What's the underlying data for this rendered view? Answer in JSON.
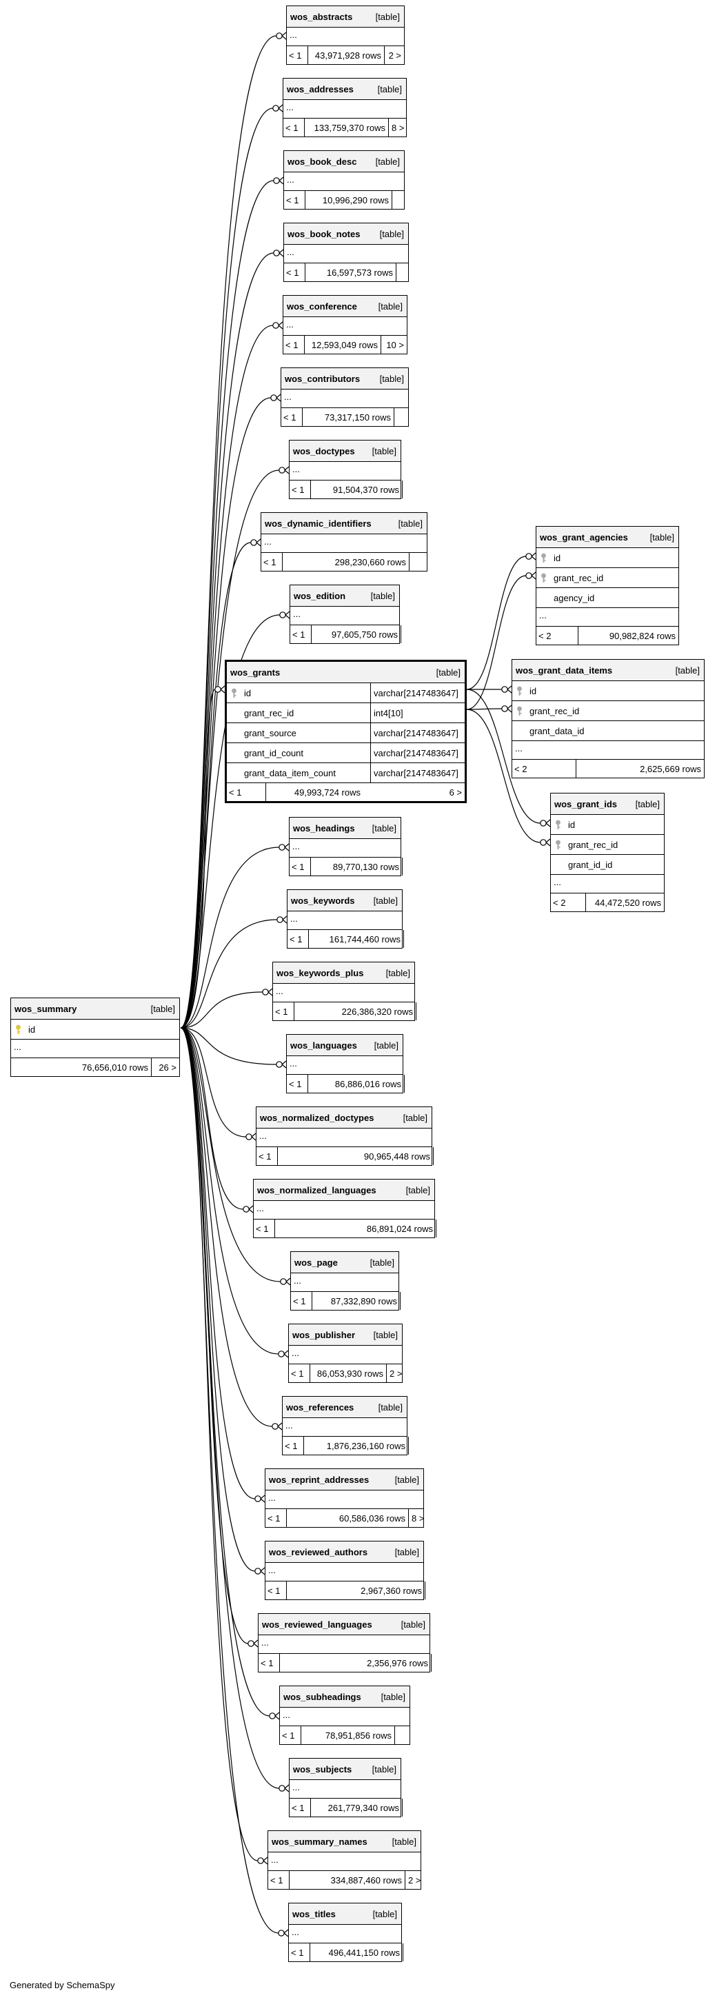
{
  "footer": "Generated by SchemaSpy",
  "colors": {
    "header_bg": "#f2f2f2",
    "border": "#000000",
    "pk_key": "#e8c52c",
    "fk_key": "#a8a8a8"
  },
  "root": {
    "name": "wos_summary",
    "type": "[table]",
    "columns": [
      {
        "name": "id",
        "key": "pk-key-icon"
      }
    ],
    "ellipsis": "...",
    "rows_lt": "",
    "rows": "76,656,010 rows",
    "children": "26 >"
  },
  "focus": {
    "name": "wos_grants",
    "type": "[table]",
    "columns": [
      {
        "name": "id",
        "type": "varchar[2147483647]",
        "key": "fk-key-icon"
      },
      {
        "name": "grant_rec_id",
        "type": "int4[10]"
      },
      {
        "name": "grant_source",
        "type": "varchar[2147483647]"
      },
      {
        "name": "grant_id_count",
        "type": "varchar[2147483647]"
      },
      {
        "name": "grant_data_item_count",
        "type": "varchar[2147483647]"
      }
    ],
    "rows_lt": "< 1",
    "rows": "49,993,724 rows",
    "children": "6 >"
  },
  "grant_children": [
    {
      "name": "wos_grant_agencies",
      "type": "[table]",
      "columns": [
        {
          "name": "id",
          "key": "fk-key-icon"
        },
        {
          "name": "grant_rec_id",
          "key": "fk-key-icon"
        },
        {
          "name": "agency_id"
        }
      ],
      "ellipsis": "...",
      "rows_lt": "< 2",
      "rows": "90,982,824 rows",
      "children": ""
    },
    {
      "name": "wos_grant_data_items",
      "type": "[table]",
      "columns": [
        {
          "name": "id",
          "key": "fk-key-icon"
        },
        {
          "name": "grant_rec_id",
          "key": "fk-key-icon"
        },
        {
          "name": "grant_data_id"
        }
      ],
      "ellipsis": "...",
      "rows_lt": "< 2",
      "rows": "2,625,669 rows",
      "children": ""
    },
    {
      "name": "wos_grant_ids",
      "type": "[table]",
      "columns": [
        {
          "name": "id",
          "key": "fk-key-icon"
        },
        {
          "name": "grant_rec_id",
          "key": "fk-key-icon"
        },
        {
          "name": "grant_id_id"
        }
      ],
      "ellipsis": "...",
      "rows_lt": "< 2",
      "rows": "44,472,520 rows",
      "children": ""
    }
  ],
  "tables": [
    {
      "name": "wos_abstracts",
      "type": "[table]",
      "ellipsis": "...",
      "rows_lt": "< 1",
      "rows": "43,971,928 rows",
      "children": "2 >"
    },
    {
      "name": "wos_addresses",
      "type": "[table]",
      "ellipsis": "...",
      "rows_lt": "< 1",
      "rows": "133,759,370 rows",
      "children": "8 >"
    },
    {
      "name": "wos_book_desc",
      "type": "[table]",
      "ellipsis": "...",
      "rows_lt": "< 1",
      "rows": "10,996,290 rows",
      "children": ""
    },
    {
      "name": "wos_book_notes",
      "type": "[table]",
      "ellipsis": "...",
      "rows_lt": "< 1",
      "rows": "16,597,573 rows",
      "children": ""
    },
    {
      "name": "wos_conference",
      "type": "[table]",
      "ellipsis": "...",
      "rows_lt": "< 1",
      "rows": "12,593,049 rows",
      "children": "10 >"
    },
    {
      "name": "wos_contributors",
      "type": "[table]",
      "ellipsis": "...",
      "rows_lt": "< 1",
      "rows": "73,317,150 rows",
      "children": ""
    },
    {
      "name": "wos_doctypes",
      "type": "[table]",
      "ellipsis": "...",
      "rows_lt": "< 1",
      "rows": "91,504,370 rows",
      "children": ""
    },
    {
      "name": "wos_dynamic_identifiers",
      "type": "[table]",
      "ellipsis": "...",
      "rows_lt": "< 1",
      "rows": "298,230,660 rows",
      "children": ""
    },
    {
      "name": "wos_edition",
      "type": "[table]",
      "ellipsis": "...",
      "rows_lt": "< 1",
      "rows": "97,605,750 rows",
      "children": ""
    },
    {
      "name": "wos_headings",
      "type": "[table]",
      "ellipsis": "...",
      "rows_lt": "< 1",
      "rows": "89,770,130 rows",
      "children": ""
    },
    {
      "name": "wos_keywords",
      "type": "[table]",
      "ellipsis": "...",
      "rows_lt": "< 1",
      "rows": "161,744,460 rows",
      "children": ""
    },
    {
      "name": "wos_keywords_plus",
      "type": "[table]",
      "ellipsis": "...",
      "rows_lt": "< 1",
      "rows": "226,386,320 rows",
      "children": ""
    },
    {
      "name": "wos_languages",
      "type": "[table]",
      "ellipsis": "...",
      "rows_lt": "< 1",
      "rows": "86,886,016 rows",
      "children": ""
    },
    {
      "name": "wos_normalized_doctypes",
      "type": "[table]",
      "ellipsis": "...",
      "rows_lt": "< 1",
      "rows": "90,965,448 rows",
      "children": ""
    },
    {
      "name": "wos_normalized_languages",
      "type": "[table]",
      "ellipsis": "...",
      "rows_lt": "< 1",
      "rows": "86,891,024 rows",
      "children": ""
    },
    {
      "name": "wos_page",
      "type": "[table]",
      "ellipsis": "...",
      "rows_lt": "< 1",
      "rows": "87,332,890 rows",
      "children": ""
    },
    {
      "name": "wos_publisher",
      "type": "[table]",
      "ellipsis": "...",
      "rows_lt": "< 1",
      "rows": "86,053,930 rows",
      "children": "2 >"
    },
    {
      "name": "wos_references",
      "type": "[table]",
      "ellipsis": "...",
      "rows_lt": "< 1",
      "rows": "1,876,236,160 rows",
      "children": ""
    },
    {
      "name": "wos_reprint_addresses",
      "type": "[table]",
      "ellipsis": "...",
      "rows_lt": "< 1",
      "rows": "60,586,036 rows",
      "children": "8 >"
    },
    {
      "name": "wos_reviewed_authors",
      "type": "[table]",
      "ellipsis": "...",
      "rows_lt": "< 1",
      "rows": "2,967,360 rows",
      "children": ""
    },
    {
      "name": "wos_reviewed_languages",
      "type": "[table]",
      "ellipsis": "...",
      "rows_lt": "< 1",
      "rows": "2,356,976 rows",
      "children": ""
    },
    {
      "name": "wos_subheadings",
      "type": "[table]",
      "ellipsis": "...",
      "rows_lt": "< 1",
      "rows": "78,951,856 rows",
      "children": ""
    },
    {
      "name": "wos_subjects",
      "type": "[table]",
      "ellipsis": "...",
      "rows_lt": "< 1",
      "rows": "261,779,340 rows",
      "children": ""
    },
    {
      "name": "wos_summary_names",
      "type": "[table]",
      "ellipsis": "...",
      "rows_lt": "< 1",
      "rows": "334,887,460 rows",
      "children": "2 >"
    },
    {
      "name": "wos_titles",
      "type": "[table]",
      "ellipsis": "...",
      "rows_lt": "< 1",
      "rows": "496,441,150 rows",
      "children": ""
    }
  ]
}
